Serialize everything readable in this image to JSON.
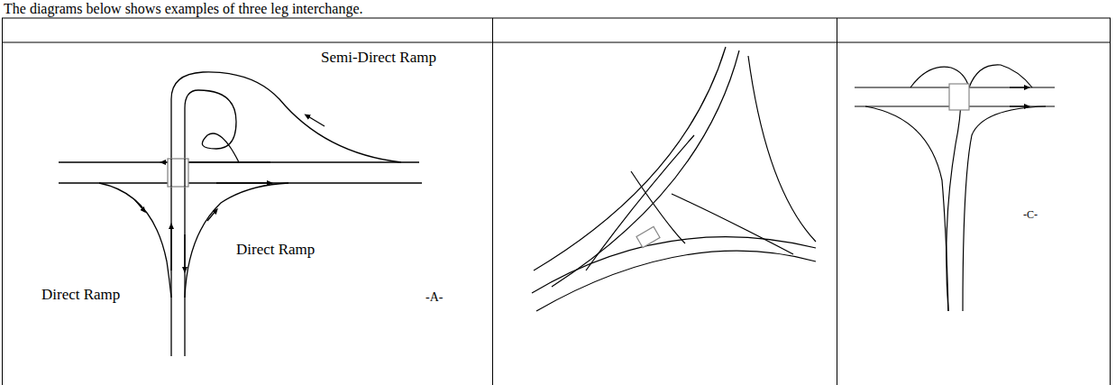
{
  "diagram": {
    "title": "The diagrams below shows examples of three leg interchange.",
    "labels": [
      "Semi-Direct Ramp",
      "Direct Ramp",
      "Direct Ramp",
      "-A-",
      "-C-"
    ]
  }
}
